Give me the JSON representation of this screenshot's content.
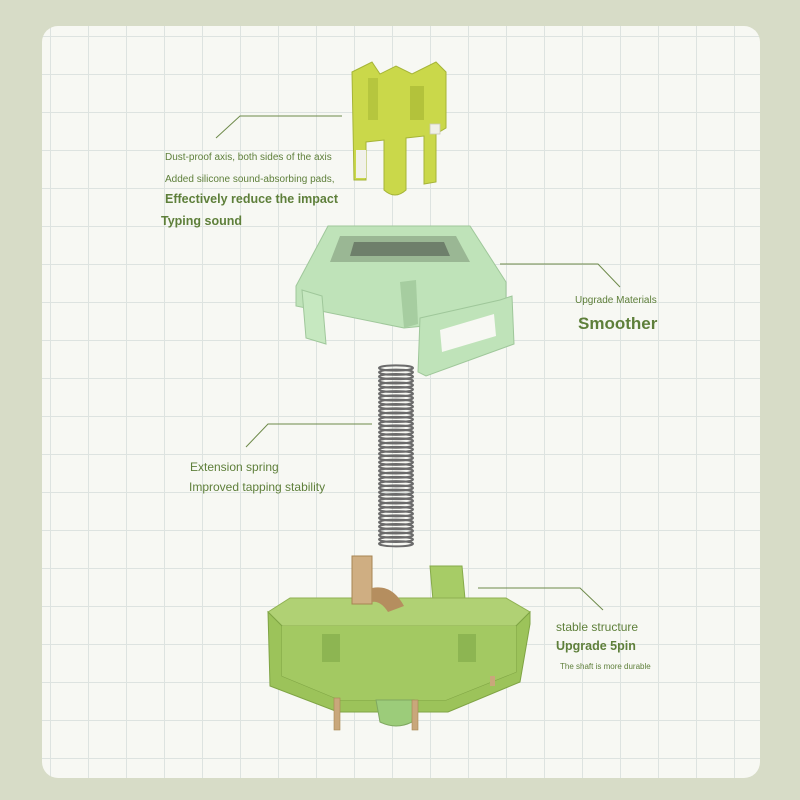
{
  "annotations": {
    "axis": {
      "line1": "Dust-proof axis, both sides of the axis",
      "line2": "Added silicone sound-absorbing pads,",
      "line3": "Effectively reduce the impact",
      "line4": "Typing sound"
    },
    "housing": {
      "line1": "Upgrade Materials",
      "line2": "Smoother"
    },
    "spring": {
      "line1": "Extension spring",
      "line2": "Improved tapping stability"
    },
    "base": {
      "line1": "stable structure",
      "line2": "Upgrade 5pin",
      "line3": "The shaft is more durable"
    }
  },
  "colors": {
    "background": "#d7dcc7",
    "card": "#f7f8f3",
    "grid": "#dde3e0",
    "stem_yellow": "#c9d84a",
    "top_housing_mint": "#bfe3b9",
    "bottom_housing_green": "#9cc35a",
    "spring_metal": "#6b6b6b",
    "contact_copper": "#c9a77b",
    "text_green": "#5e7f3a"
  }
}
